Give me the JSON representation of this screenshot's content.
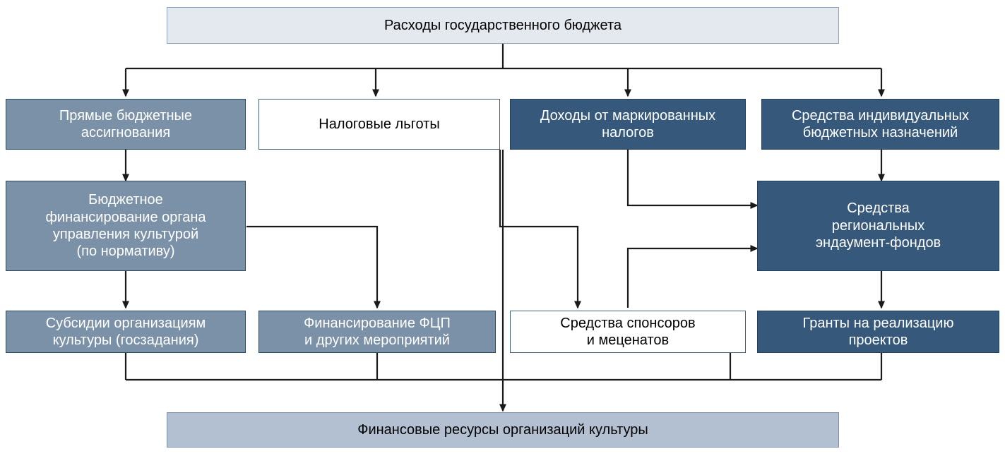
{
  "diagram": {
    "title": "Расходы государственного бюджета",
    "nodes": {
      "head": {
        "label": "Расходы государственного бюджета"
      },
      "direct_allocations": {
        "label": "Прямые бюджетные\nассигнования"
      },
      "tax_benefits": {
        "label": "Налоговые льготы"
      },
      "earmarked_taxes": {
        "label": "Доходы от маркированных\nналогов"
      },
      "individual_budget": {
        "label": "Средства индивидуальных\nбюджетных назначений"
      },
      "budget_financing": {
        "label": "Бюджетное\nфинансирование органа\nуправления культурой\n(по нормативу)"
      },
      "endowment_funds": {
        "label": "Средства\nрегиональных\nэндаумент-фондов"
      },
      "subsidies": {
        "label": "Субсидии организациям\nкультуры (госзадания)"
      },
      "fcp_financing": {
        "label": "Финансирование ФЦП\nи других мероприятий"
      },
      "sponsors": {
        "label": "Средства спонсоров\nи меценатов"
      },
      "grants": {
        "label": "Гранты на реализацию\nпроектов"
      },
      "foot": {
        "label": "Финансовые ресурсы организаций культуры"
      }
    },
    "colors": {
      "header_fill": "#e4e9f0",
      "header_border": "#8ea4bd",
      "medium_fill": "#7b91a8",
      "medium_border": "#2e4a63",
      "dark_fill": "#35587b",
      "dark_border": "#24405c",
      "white_fill": "#ffffff",
      "white_border": "#436179",
      "footer_fill": "#b2c0d2",
      "footer_border": "#7c93ab",
      "connector": "#1a1a1a"
    },
    "edges": [
      {
        "from": "head",
        "to": "direct_allocations"
      },
      {
        "from": "head",
        "to": "tax_benefits"
      },
      {
        "from": "head",
        "to": "earmarked_taxes"
      },
      {
        "from": "head",
        "to": "individual_budget"
      },
      {
        "from": "direct_allocations",
        "to": "budget_financing"
      },
      {
        "from": "individual_budget",
        "to": "endowment_funds"
      },
      {
        "from": "budget_financing",
        "to": "subsidies"
      },
      {
        "from": "budget_financing",
        "to": "fcp_financing"
      },
      {
        "from": "tax_benefits",
        "to": "sponsors"
      },
      {
        "from": "earmarked_taxes",
        "to": "endowment_funds"
      },
      {
        "from": "sponsors",
        "to": "endowment_funds"
      },
      {
        "from": "endowment_funds",
        "to": "grants"
      },
      {
        "from": "subsidies",
        "to": "foot"
      },
      {
        "from": "fcp_financing",
        "to": "foot"
      },
      {
        "from": "sponsors",
        "to": "foot"
      },
      {
        "from": "grants",
        "to": "foot"
      },
      {
        "from": "tax_benefits",
        "to": "foot"
      }
    ]
  }
}
